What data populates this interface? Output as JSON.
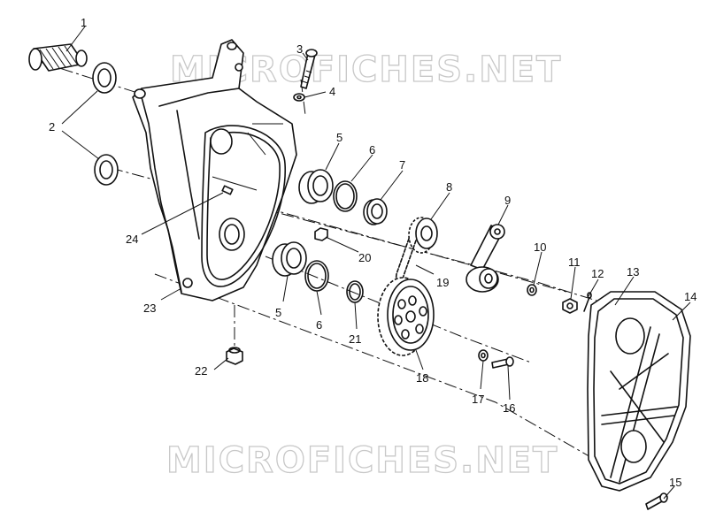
{
  "watermark": {
    "text": "MICROFICHES.NET"
  },
  "callouts": [
    {
      "id": "c1",
      "label": "1"
    },
    {
      "id": "c2",
      "label": "2"
    },
    {
      "id": "c3",
      "label": "3"
    },
    {
      "id": "c4",
      "label": "4"
    },
    {
      "id": "c5a",
      "label": "5"
    },
    {
      "id": "c6a",
      "label": "6"
    },
    {
      "id": "c7",
      "label": "7"
    },
    {
      "id": "c8",
      "label": "8"
    },
    {
      "id": "c9",
      "label": "9"
    },
    {
      "id": "c10",
      "label": "10"
    },
    {
      "id": "c11",
      "label": "11"
    },
    {
      "id": "c12",
      "label": "12"
    },
    {
      "id": "c13",
      "label": "13"
    },
    {
      "id": "c14",
      "label": "14"
    },
    {
      "id": "c15",
      "label": "15"
    },
    {
      "id": "c16",
      "label": "16"
    },
    {
      "id": "c17",
      "label": "17"
    },
    {
      "id": "c18",
      "label": "18"
    },
    {
      "id": "c19",
      "label": "19"
    },
    {
      "id": "c20",
      "label": "20"
    },
    {
      "id": "c21",
      "label": "21"
    },
    {
      "id": "c22",
      "label": "22"
    },
    {
      "id": "c23",
      "label": "23"
    },
    {
      "id": "c24",
      "label": "24"
    },
    {
      "id": "c5b",
      "label": "5"
    },
    {
      "id": "c6b",
      "label": "6"
    }
  ]
}
